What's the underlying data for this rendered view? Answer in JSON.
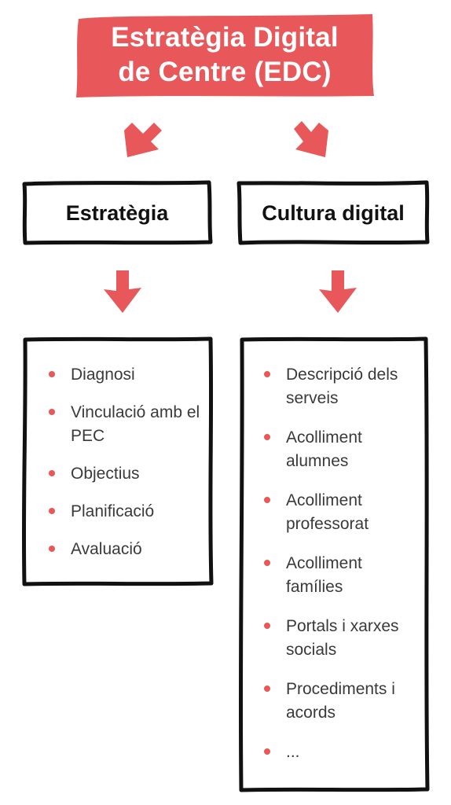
{
  "title": {
    "line1": "Estratègia Digital",
    "line2": "de Centre (EDC)"
  },
  "colors": {
    "accent": "#e8585a",
    "frame": "#111111",
    "text": "#3a3a3a",
    "title_text": "#ffffff"
  },
  "columns": [
    {
      "heading": "Estratègia",
      "items": [
        "Diagnosi",
        "Vinculació amb el PEC",
        "Objectius",
        "Planificació",
        "Avaluació"
      ]
    },
    {
      "heading": "Cultura digital",
      "items": [
        "Descripció dels serveis",
        "Acolliment alumnes",
        "Acolliment professorat",
        "Acolliment famílies",
        "Portals i xarxes socials",
        "Procediments i acords",
        "..."
      ]
    }
  ]
}
